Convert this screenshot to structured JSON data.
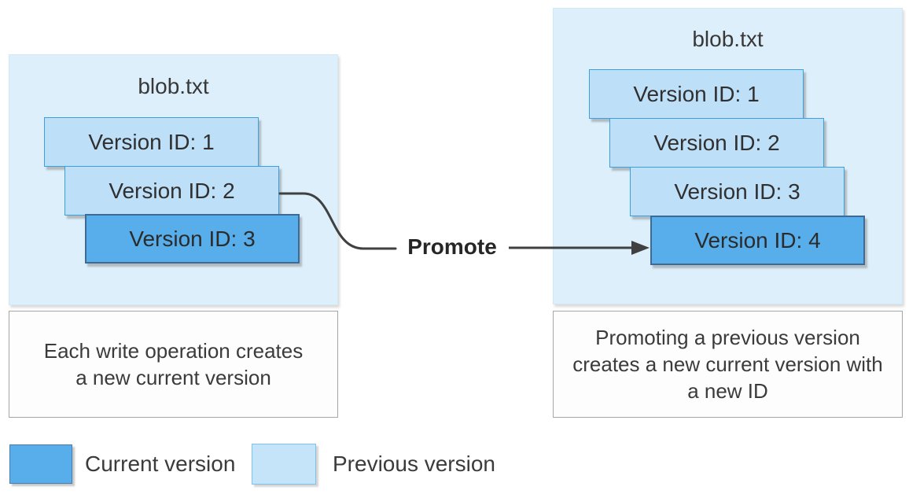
{
  "left_group": {
    "file_title": "blob.txt",
    "versions": [
      {
        "label": "Version ID: 1",
        "state": "previous"
      },
      {
        "label": "Version ID: 2",
        "state": "previous"
      },
      {
        "label": "Version ID: 3",
        "state": "current"
      }
    ],
    "caption": "Each write operation creates a new current version"
  },
  "right_group": {
    "file_title": "blob.txt",
    "versions": [
      {
        "label": "Version ID: 1",
        "state": "previous"
      },
      {
        "label": "Version ID: 2",
        "state": "previous"
      },
      {
        "label": "Version ID: 3",
        "state": "previous"
      },
      {
        "label": "Version ID: 4",
        "state": "current"
      }
    ],
    "caption": "Promoting a previous version creates a new current version with a new ID"
  },
  "promote": {
    "label": "Promote"
  },
  "legend": {
    "items": [
      {
        "label": "Current version",
        "state": "current"
      },
      {
        "label": "Previous version",
        "state": "previous"
      }
    ]
  },
  "colors": {
    "current_fill": "#58AEEB",
    "current_border": "#3D6B96",
    "previous_fill": "#BEDFF8",
    "previous_border": "#3DA0DE",
    "container_fill": "#DDEFFA",
    "caption_fill": "#FDFDFD",
    "caption_border": "#A6A6A6",
    "connector": "#404040",
    "text": "#3B3B3B"
  }
}
